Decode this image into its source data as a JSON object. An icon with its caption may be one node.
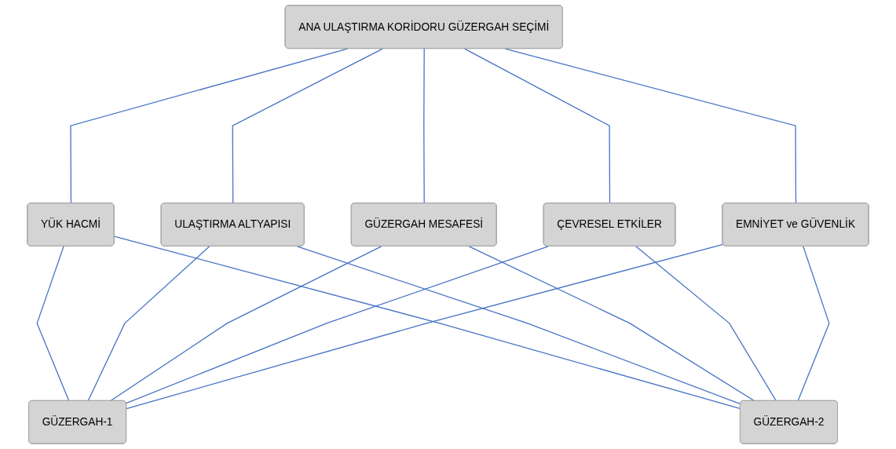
{
  "diagram": {
    "nodes": [
      {
        "text": [
          "ANA ULAŞTIRMA KORİDORU GÜZERGAH SEÇİMİ"
        ]
      },
      {
        "text": [
          "YÜK HACMİ"
        ]
      },
      {
        "text": [
          "ULAŞTIRMA ALTYAPISI"
        ]
      },
      {
        "text": [
          "GÜZERGAH MESAFESİ"
        ]
      },
      {
        "text": [
          "ÇEVRESEL ETKİLER"
        ]
      },
      {
        "text": [
          "EMNİYET ve GÜVENLİK"
        ]
      },
      {
        "text": [
          "GÜZERGAH-1"
        ]
      },
      {
        "text": [
          "GÜZERGAH-2"
        ]
      }
    ],
    "edges": [
      {
        "from": 0,
        "to": 1,
        "arrow": "none"
      },
      {
        "from": 0,
        "to": 2,
        "arrow": "none"
      },
      {
        "from": 0,
        "to": 3,
        "arrow": "none"
      },
      {
        "from": 0,
        "to": 4,
        "arrow": "none"
      },
      {
        "from": 0,
        "to": 5,
        "arrow": "none"
      },
      {
        "from": 1,
        "to": 6,
        "arrow": "none"
      },
      {
        "from": 1,
        "to": 7,
        "arrow": "none"
      },
      {
        "from": 2,
        "to": 6,
        "arrow": "none"
      },
      {
        "from": 2,
        "to": 7,
        "arrow": "none"
      },
      {
        "from": 3,
        "to": 6,
        "arrow": "none"
      },
      {
        "from": 3,
        "to": 7,
        "arrow": "none"
      },
      {
        "from": 4,
        "to": 6,
        "arrow": "none"
      },
      {
        "from": 4,
        "to": 7,
        "arrow": "none"
      },
      {
        "from": 5,
        "to": 6,
        "arrow": "none"
      },
      {
        "from": 5,
        "to": 7,
        "arrow": "none"
      }
    ]
  }
}
